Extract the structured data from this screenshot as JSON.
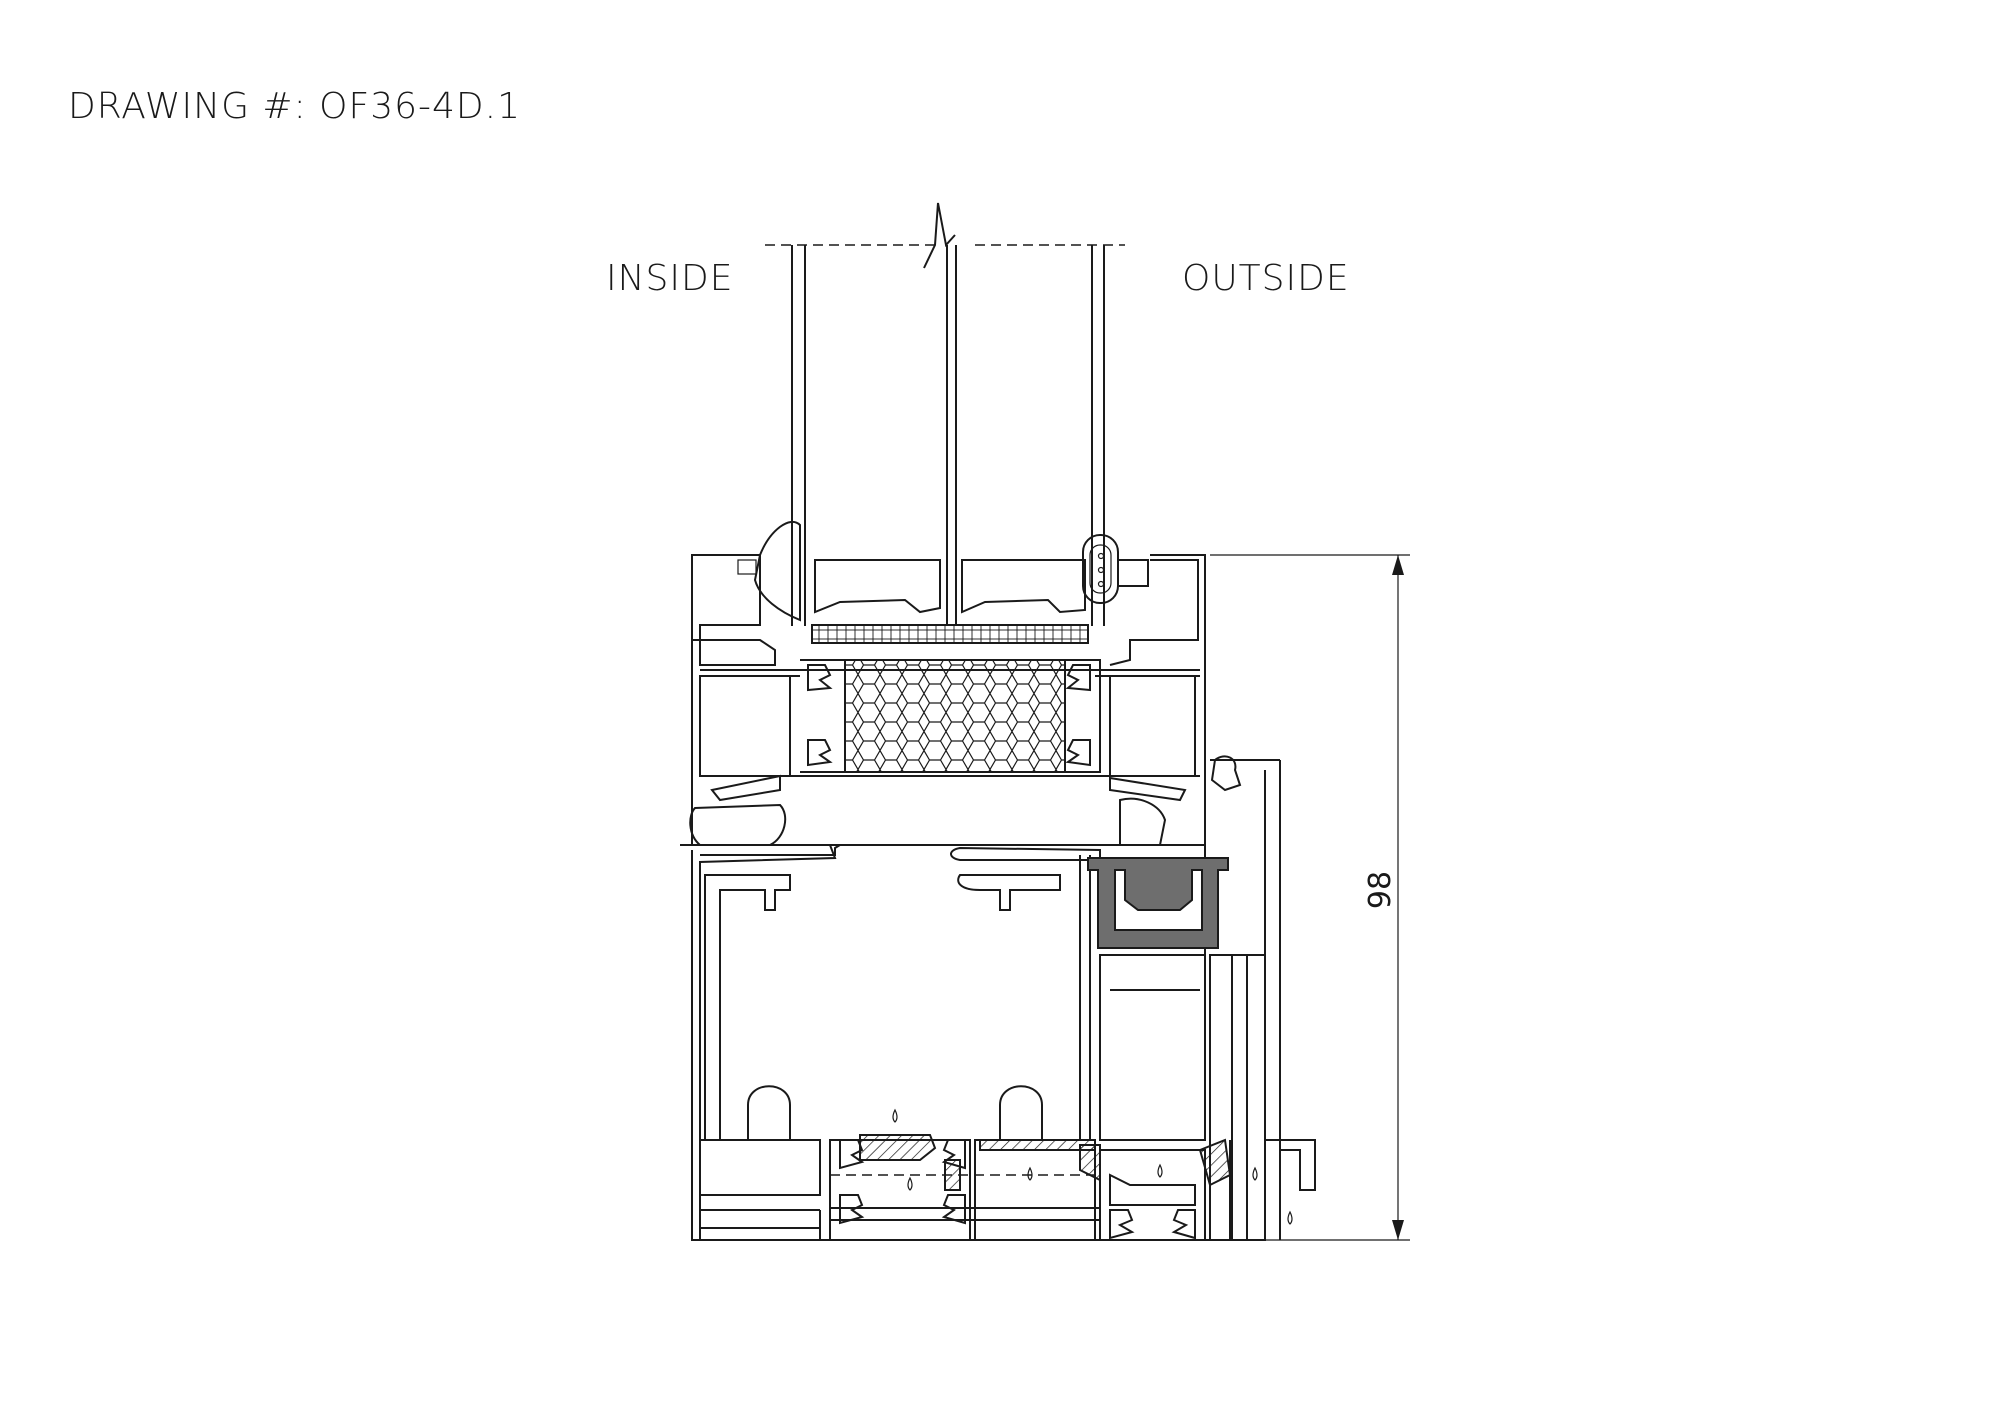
{
  "header": {
    "drawing_number": "DRAWING #: OF36-4D.1"
  },
  "labels": {
    "inside": "INSIDE",
    "outside": "OUTSIDE"
  },
  "dimension": {
    "value": "98"
  },
  "colors": {
    "line": "#1a1a1a",
    "gasket": "#6e6e6e",
    "background": "#ffffff"
  }
}
